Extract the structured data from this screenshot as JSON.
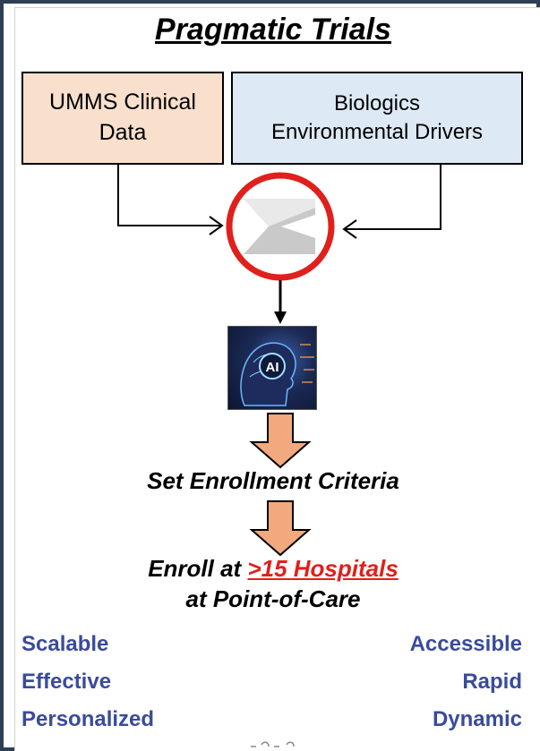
{
  "title": "Pragmatic Trials",
  "inputs": {
    "left_box": {
      "line1": "UMMS Clinical",
      "line2": "Data"
    },
    "right_box": {
      "line1": "Biologics",
      "line2": "Environmental  Drivers"
    }
  },
  "ai_badge": "AI",
  "steps": {
    "step1": "Set Enrollment Criteria",
    "step2_prefix": "Enroll at ",
    "step2_highlight": ">15 Hospitals",
    "step2_line2": "at Point-of-Care"
  },
  "attributes": {
    "left": [
      "Scalable",
      "Effective",
      "Personalized"
    ],
    "right": [
      "Accessible",
      "Rapid",
      "Dynamic"
    ]
  },
  "colors": {
    "left_box_fill": "#f8e0cc",
    "right_box_fill": "#dde9f4",
    "circle_stroke": "#e0201c",
    "down_arrow_fill": "#f1a97d",
    "attribute_text": "#3a4b9a",
    "highlight_text": "#e0201c",
    "border": "#2e3f55"
  },
  "icons": {
    "merge": "merge-chevron-icon",
    "ai": "ai-head-icon",
    "flow": "down-arrow-icon"
  }
}
